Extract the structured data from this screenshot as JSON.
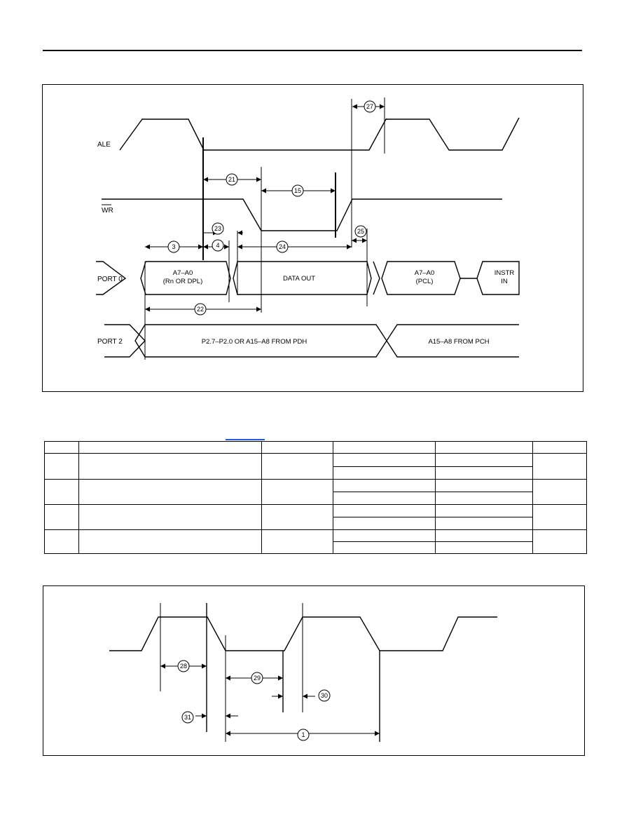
{
  "figure1": {
    "signals": {
      "ale": "ALE",
      "wr": "WR",
      "port0": "PORT 0",
      "port2": "PORT 2"
    },
    "port0_fields": {
      "addr_line1": "A7–A0",
      "addr_line2": "(Rn OR DPL)",
      "data_out": "DATA OUT",
      "pcl_line1": "A7–A0",
      "pcl_line2": "(PCL)",
      "instr_line1": "INSTR",
      "instr_line2": "IN"
    },
    "port2_fields": {
      "first": "P2.7–P2.0 OR A15–A8 FROM PDH",
      "second": "A15–A8 FROM PCH"
    },
    "timing_refs": [
      "27",
      "21",
      "15",
      "23",
      "25",
      "3",
      "4",
      "24",
      "22"
    ]
  },
  "table": {
    "rows": 4
  },
  "figure2": {
    "timing_refs": [
      "28",
      "29",
      "30",
      "31",
      "1"
    ]
  }
}
